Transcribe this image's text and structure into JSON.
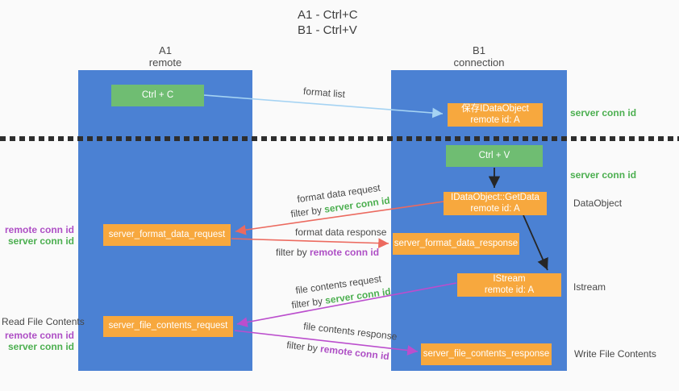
{
  "title": {
    "line1": "A1 - Ctrl+C",
    "line2": "B1 - Ctrl+V"
  },
  "lanes": {
    "left": {
      "name": "A1",
      "subtitle": "remote"
    },
    "right": {
      "name": "B1",
      "subtitle": "connection"
    }
  },
  "nodes": {
    "ctrl_c": {
      "label": "Ctrl + C"
    },
    "save_dataobject": {
      "line1": "保存IDataObject",
      "line2": "remote id: A"
    },
    "ctrl_v": {
      "label": "Ctrl + V"
    },
    "getdata": {
      "line1": "IDataObject::GetData",
      "line2": "remote id: A"
    },
    "format_request": {
      "label": "server_format_data_request"
    },
    "format_response": {
      "label": "server_format_data_response"
    },
    "istream": {
      "line1": "IStream",
      "line2": "remote id: A"
    },
    "file_request": {
      "label": "server_file_contents_request"
    },
    "file_response": {
      "label": "server_file_contents_response"
    }
  },
  "arrow_labels": {
    "format_list": "format list",
    "format_data_request": "format data request",
    "format_data_request_filter": {
      "prefix": "filter by",
      "key": "server conn id"
    },
    "format_data_response": "format data response",
    "format_data_response_filter": {
      "prefix": "filter by",
      "key": "remote conn id"
    },
    "file_contents_request": "file contents request",
    "file_contents_request_filter": {
      "prefix": "filter by",
      "key": "server conn id"
    },
    "file_contents_response": "file contents response",
    "file_contents_response_filter": {
      "prefix": "filter by",
      "key": "remote conn id"
    }
  },
  "side_labels": {
    "server_conn_id_top": "server conn id",
    "server_conn_id_mid": "server conn id",
    "dataobject": "DataObject",
    "istream": "Istream",
    "write_file_contents": "Write File Contents",
    "read_file_contents": "Read File Contents",
    "left_pair_top": {
      "remote": "remote conn id",
      "server": "server conn id"
    },
    "left_pair_bottom": {
      "remote": "remote conn id",
      "server": "server conn id"
    }
  },
  "colors": {
    "lane_blue": "#4b81d3",
    "node_green": "#6fbd72",
    "node_orange": "#f7a83e",
    "green_text": "#4caf50",
    "purple_text": "#ae4fc5",
    "arrow_red": "#ec6a5f",
    "arrow_purple": "#bb4ecd",
    "arrow_lightblue": "#a5d3f3",
    "arrow_black": "#262626"
  }
}
